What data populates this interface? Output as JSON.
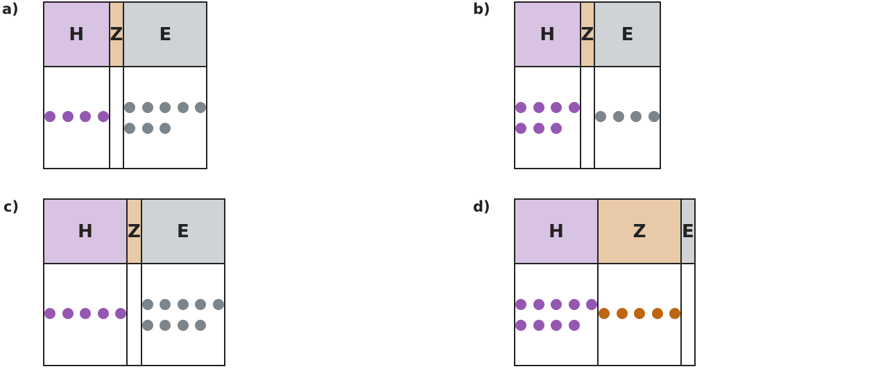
{
  "colors": {
    "header_H": "#d9c3e2",
    "header_Z": "#e8caa8",
    "header_E": "#cfd3d6",
    "particle_purple": "#9558b2",
    "particle_gray": "#7b858b",
    "particle_orange": "#bd6511"
  },
  "headers": [
    "H",
    "Z",
    "E"
  ],
  "panels": [
    {
      "label": "a)",
      "cells": [
        {
          "rows": [
            4
          ],
          "color": "particle_purple"
        },
        {
          "rows": [],
          "color": null
        },
        {
          "rows": [
            5,
            3
          ],
          "color": "particle_gray"
        }
      ]
    },
    {
      "label": "b)",
      "cells": [
        {
          "rows": [
            4,
            3
          ],
          "color": "particle_purple"
        },
        {
          "rows": [],
          "color": null
        },
        {
          "rows": [
            4
          ],
          "color": "particle_gray"
        }
      ]
    },
    {
      "label": "c)",
      "cells": [
        {
          "rows": [
            5
          ],
          "color": "particle_purple"
        },
        {
          "rows": [],
          "color": null
        },
        {
          "rows": [
            5,
            4
          ],
          "color": "particle_gray"
        }
      ]
    },
    {
      "label": "d)",
      "cells": [
        {
          "rows": [
            5,
            4
          ],
          "color": "particle_purple"
        },
        {
          "rows": [
            5
          ],
          "color": "particle_orange"
        },
        {
          "rows": [],
          "color": null
        }
      ]
    }
  ]
}
